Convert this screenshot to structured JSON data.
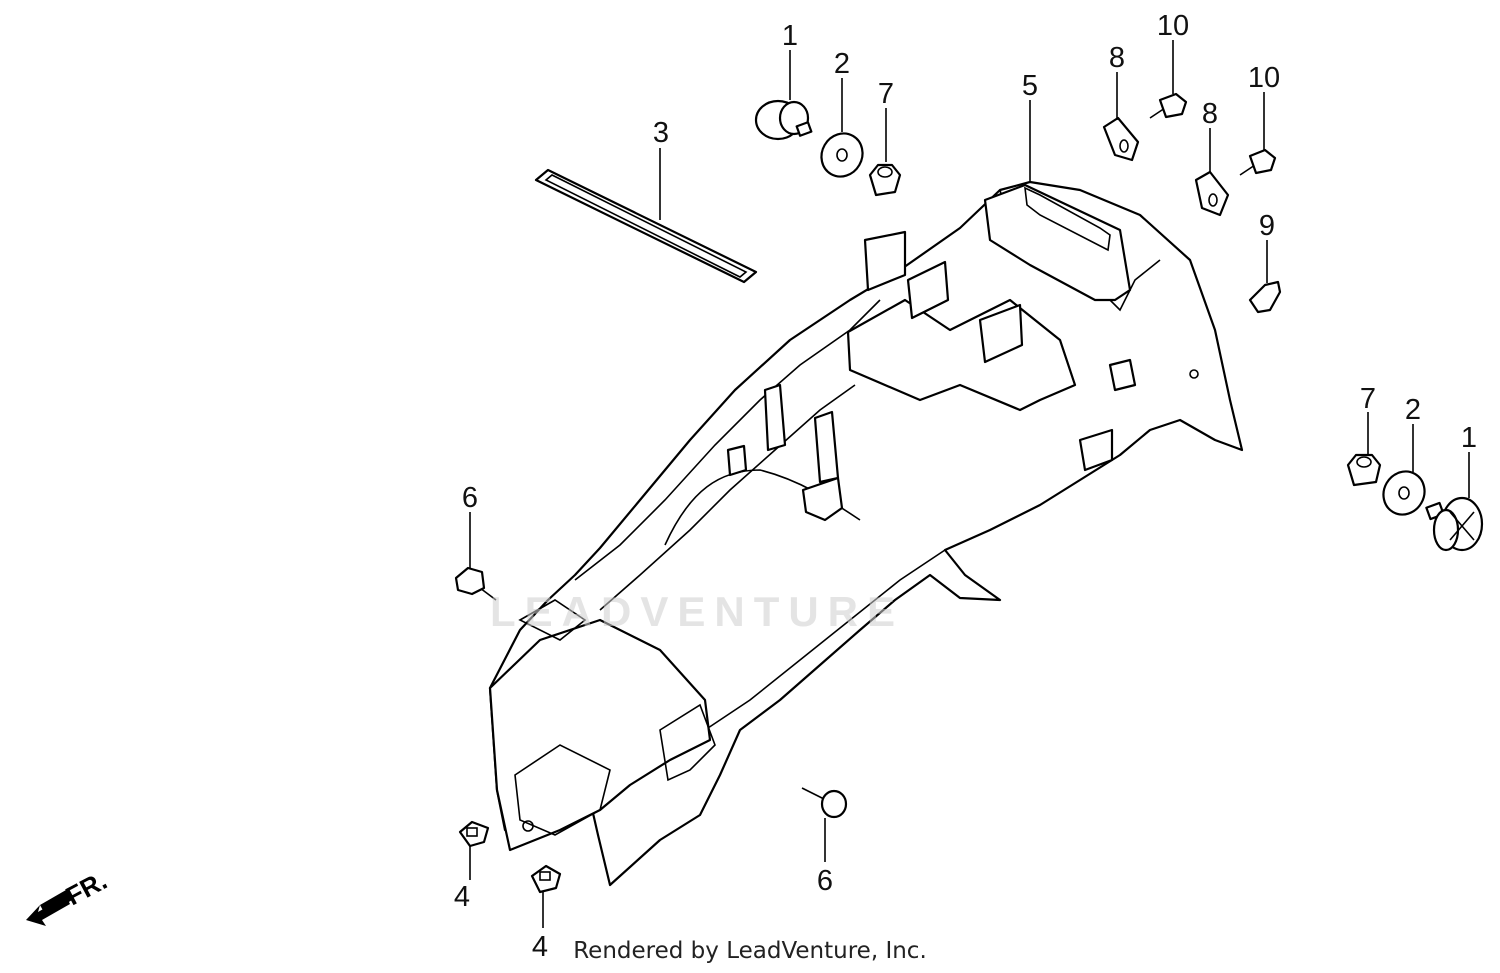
{
  "diagram": {
    "callouts": [
      {
        "id": "c1a",
        "text": "1"
      },
      {
        "id": "c2a",
        "text": "2"
      },
      {
        "id": "c7a",
        "text": "7"
      },
      {
        "id": "c3",
        "text": "3"
      },
      {
        "id": "c5",
        "text": "5"
      },
      {
        "id": "c8a",
        "text": "8"
      },
      {
        "id": "c10a",
        "text": "10"
      },
      {
        "id": "c8b",
        "text": "8"
      },
      {
        "id": "c10b",
        "text": "10"
      },
      {
        "id": "c9",
        "text": "9"
      },
      {
        "id": "c7b",
        "text": "7"
      },
      {
        "id": "c2b",
        "text": "2"
      },
      {
        "id": "c1b",
        "text": "1"
      },
      {
        "id": "c6a",
        "text": "6"
      },
      {
        "id": "c6b",
        "text": "6"
      },
      {
        "id": "c4a",
        "text": "4"
      },
      {
        "id": "c4b",
        "text": "4"
      }
    ],
    "direction_label": "FR.",
    "watermark": "LEADVENTURE",
    "footer": "Rendered by LeadVenture, Inc."
  }
}
